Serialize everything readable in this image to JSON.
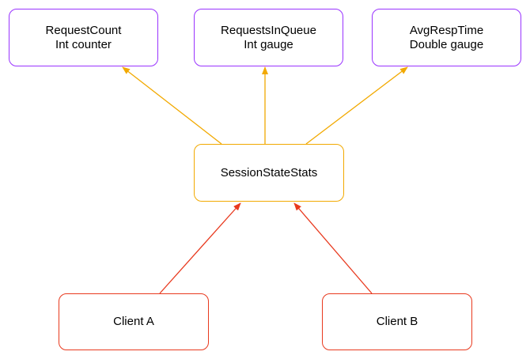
{
  "nodes": {
    "request_count": {
      "line1": "RequestCount",
      "line2": "Int counter"
    },
    "requests_in_queue": {
      "line1": "RequestsInQueue",
      "line2": "Int gauge"
    },
    "avg_resp_time": {
      "line1": "AvgRespTime",
      "line2": "Double gauge"
    },
    "session_state_stats": {
      "label": "SessionStateStats"
    },
    "client_a": {
      "label": "Client A"
    },
    "client_b": {
      "label": "Client B"
    }
  },
  "colors": {
    "metric_border": "#9933ff",
    "stats_border": "#f2a900",
    "stats_arrow": "#f2a900",
    "client_border": "#e8391e",
    "client_arrow": "#e8391e"
  }
}
